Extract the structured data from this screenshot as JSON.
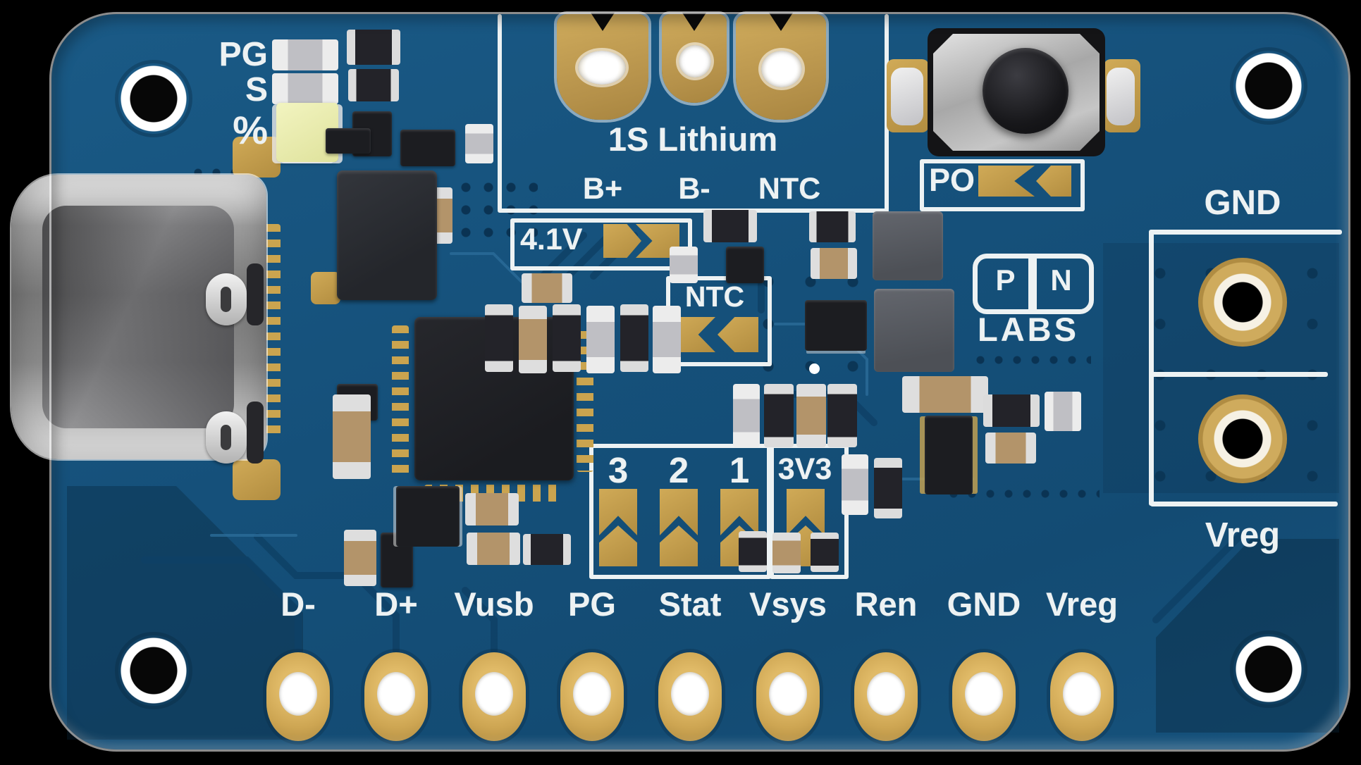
{
  "board": {
    "status_leds": {
      "pg": "PG",
      "stat": "S",
      "soc": "%"
    },
    "battery": {
      "title": "1S Lithium",
      "pins": [
        "B+",
        "B-",
        "NTC"
      ]
    },
    "jumpers": {
      "charge_voltage": "4.1V",
      "ntc": "NTC",
      "power_off": "PO",
      "current_select": [
        "3",
        "2",
        "1"
      ],
      "v33": "3V3"
    },
    "logo": {
      "p": "P",
      "n": "N",
      "labs": "LABS"
    },
    "breakout": {
      "gnd": "GND",
      "vreg": "Vreg"
    },
    "bottom_pins": [
      "D-",
      "D+",
      "Vusb",
      "PG",
      "Stat",
      "Vsys",
      "Ren",
      "GND",
      "Vreg"
    ]
  },
  "colors": {
    "background": "#000000",
    "pcb_blue": "#16527c",
    "trace_dark_blue": "#0e4166",
    "silkscreen_white": "#edf2f3",
    "pad_gold": "#c9a452",
    "hole_ring": "#f6f1e4",
    "usb_shell_silver": "#a9a9a9",
    "ic_black": "#1c1d21",
    "component_grey": "#55585f",
    "led_yellow": "#e9ecae"
  }
}
